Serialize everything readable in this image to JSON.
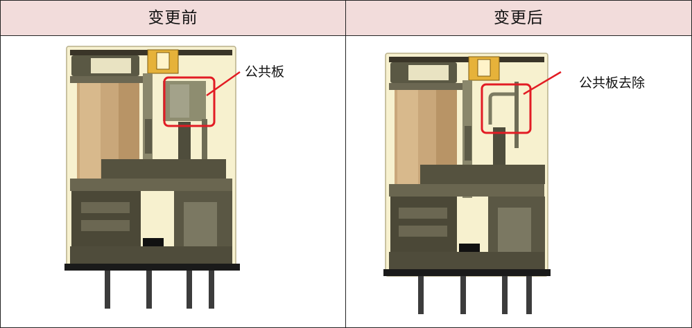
{
  "table": {
    "header_before": "变更前",
    "header_after": "变更后"
  },
  "before": {
    "callout_label": "公共板"
  },
  "after": {
    "callout_label": "公共板去除"
  },
  "colors": {
    "header_bg": "#f2dcdb",
    "highlight": "#e21c24",
    "casing": "#f7f1cf"
  },
  "icons": [
    "relay-cutaway-illustration",
    "relay-cutaway-illustration"
  ]
}
